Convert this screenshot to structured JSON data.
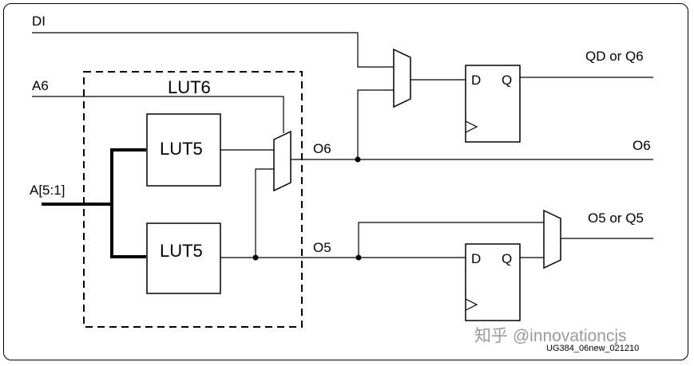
{
  "inputs": {
    "di": "DI",
    "a6": "A6",
    "a51": "A[5:1]"
  },
  "lut6": {
    "title": "LUT6",
    "lut5_top": "LUT5",
    "lut5_bottom": "LUT5"
  },
  "internal": {
    "o6": "O6",
    "o5": "O5"
  },
  "flipflops": {
    "top": {
      "d": "D",
      "q": "Q"
    },
    "bottom": {
      "d": "D",
      "q": "Q"
    }
  },
  "outputs": {
    "qd_q6": "QD or Q6",
    "o6": "O6",
    "o5_q5": "O5 or Q5"
  },
  "footer": {
    "figure_id": "UG384_06new_021210",
    "watermark": "知乎 @innovationcjs"
  }
}
